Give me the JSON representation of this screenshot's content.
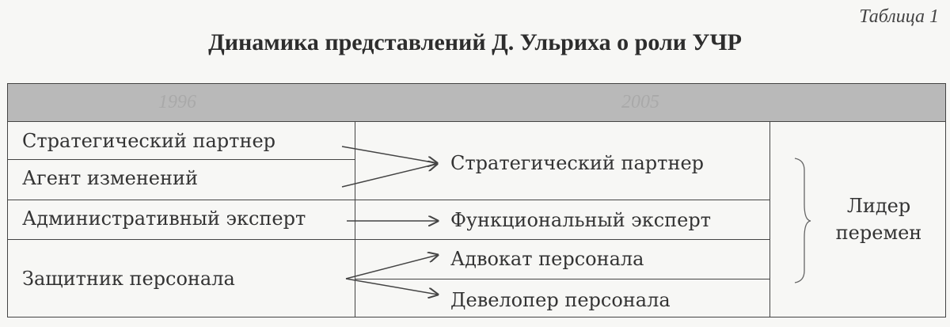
{
  "caption": "Таблица 1",
  "title": "Динамика представлений Д. Ульриха о роли УЧР",
  "header": {
    "left_year": "1996",
    "right_year": "2005"
  },
  "left_roles": [
    "Стратегический партнер",
    "Агент изменений",
    "Административный эксперт",
    "Защитник персонала"
  ],
  "right_roles": [
    "Стратегический партнер",
    "Функциональный эксперт",
    "Адвокат персонала",
    "Девелопер персонала"
  ],
  "leader": {
    "line1": "Лидер",
    "line2": "перемен"
  }
}
